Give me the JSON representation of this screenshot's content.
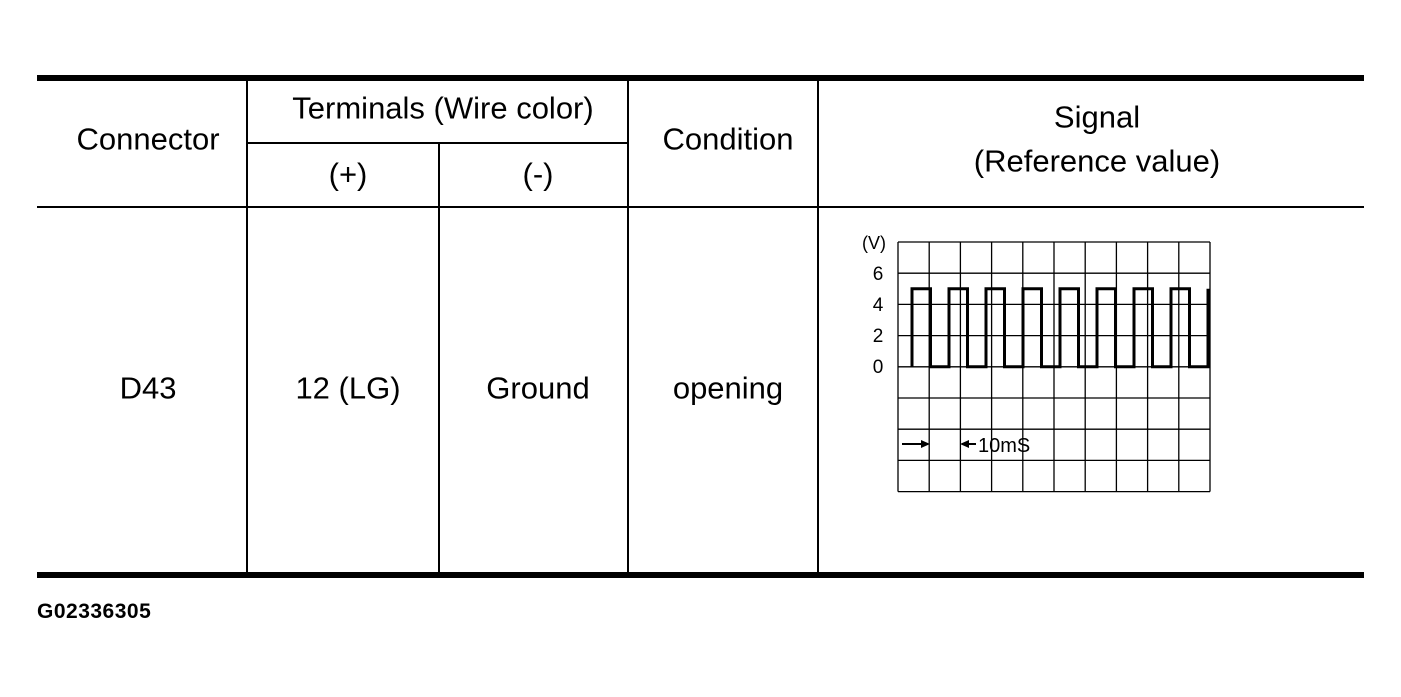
{
  "table": {
    "headers": {
      "connector": "Connector",
      "terminals": "Terminals (Wire color)",
      "plus": "(+)",
      "minus": "(-)",
      "condition": "Condition",
      "signal_line1": "Signal",
      "signal_line2": "(Reference value)"
    },
    "rows": [
      {
        "connector": "D43",
        "plus": "12 (LG)",
        "minus": "Ground",
        "condition": "opening"
      }
    ]
  },
  "signal_scope": {
    "unit_label": "(V)",
    "y_ticks": [
      "6",
      "4",
      "2",
      "0"
    ],
    "time_label": "10mS",
    "pulse_high_v": 5,
    "pulse_low_v": 0,
    "pulse_count": 8
  },
  "figure_code": "G02336305"
}
